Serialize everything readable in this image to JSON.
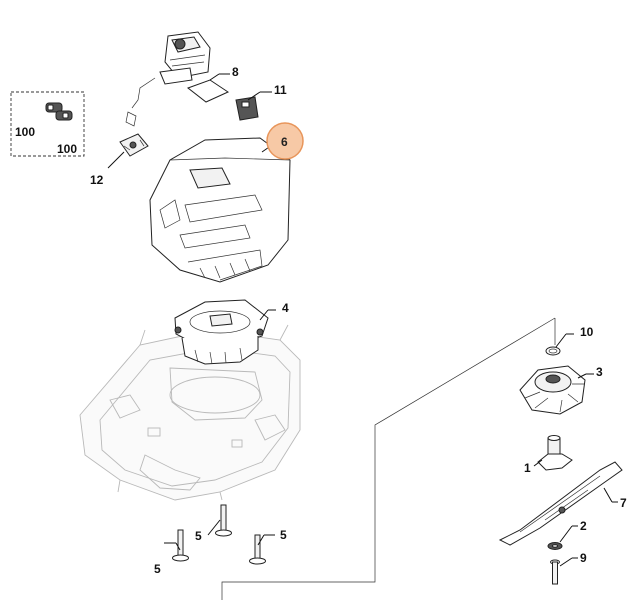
{
  "diagram": {
    "callouts": [
      {
        "id": "c-8",
        "text": "8"
      },
      {
        "id": "c-11",
        "text": "11"
      },
      {
        "id": "c-6",
        "text": "6",
        "highlighted": true
      },
      {
        "id": "c-100a",
        "text": "100"
      },
      {
        "id": "c-100b",
        "text": "100"
      },
      {
        "id": "c-12",
        "text": "12"
      },
      {
        "id": "c-4",
        "text": "4"
      },
      {
        "id": "c-10",
        "text": "10"
      },
      {
        "id": "c-3",
        "text": "3"
      },
      {
        "id": "c-1",
        "text": "1"
      },
      {
        "id": "c-7",
        "text": "7"
      },
      {
        "id": "c-2",
        "text": "2"
      },
      {
        "id": "c-9",
        "text": "9"
      },
      {
        "id": "c-5a",
        "text": "5"
      },
      {
        "id": "c-5b",
        "text": "5"
      },
      {
        "id": "c-5c",
        "text": "5"
      }
    ],
    "colors": {
      "highlight_fill": "#f7c9a6",
      "highlight_stroke": "#e8955a",
      "line": "#222222",
      "ghost_line": "#b9b9b9"
    }
  }
}
